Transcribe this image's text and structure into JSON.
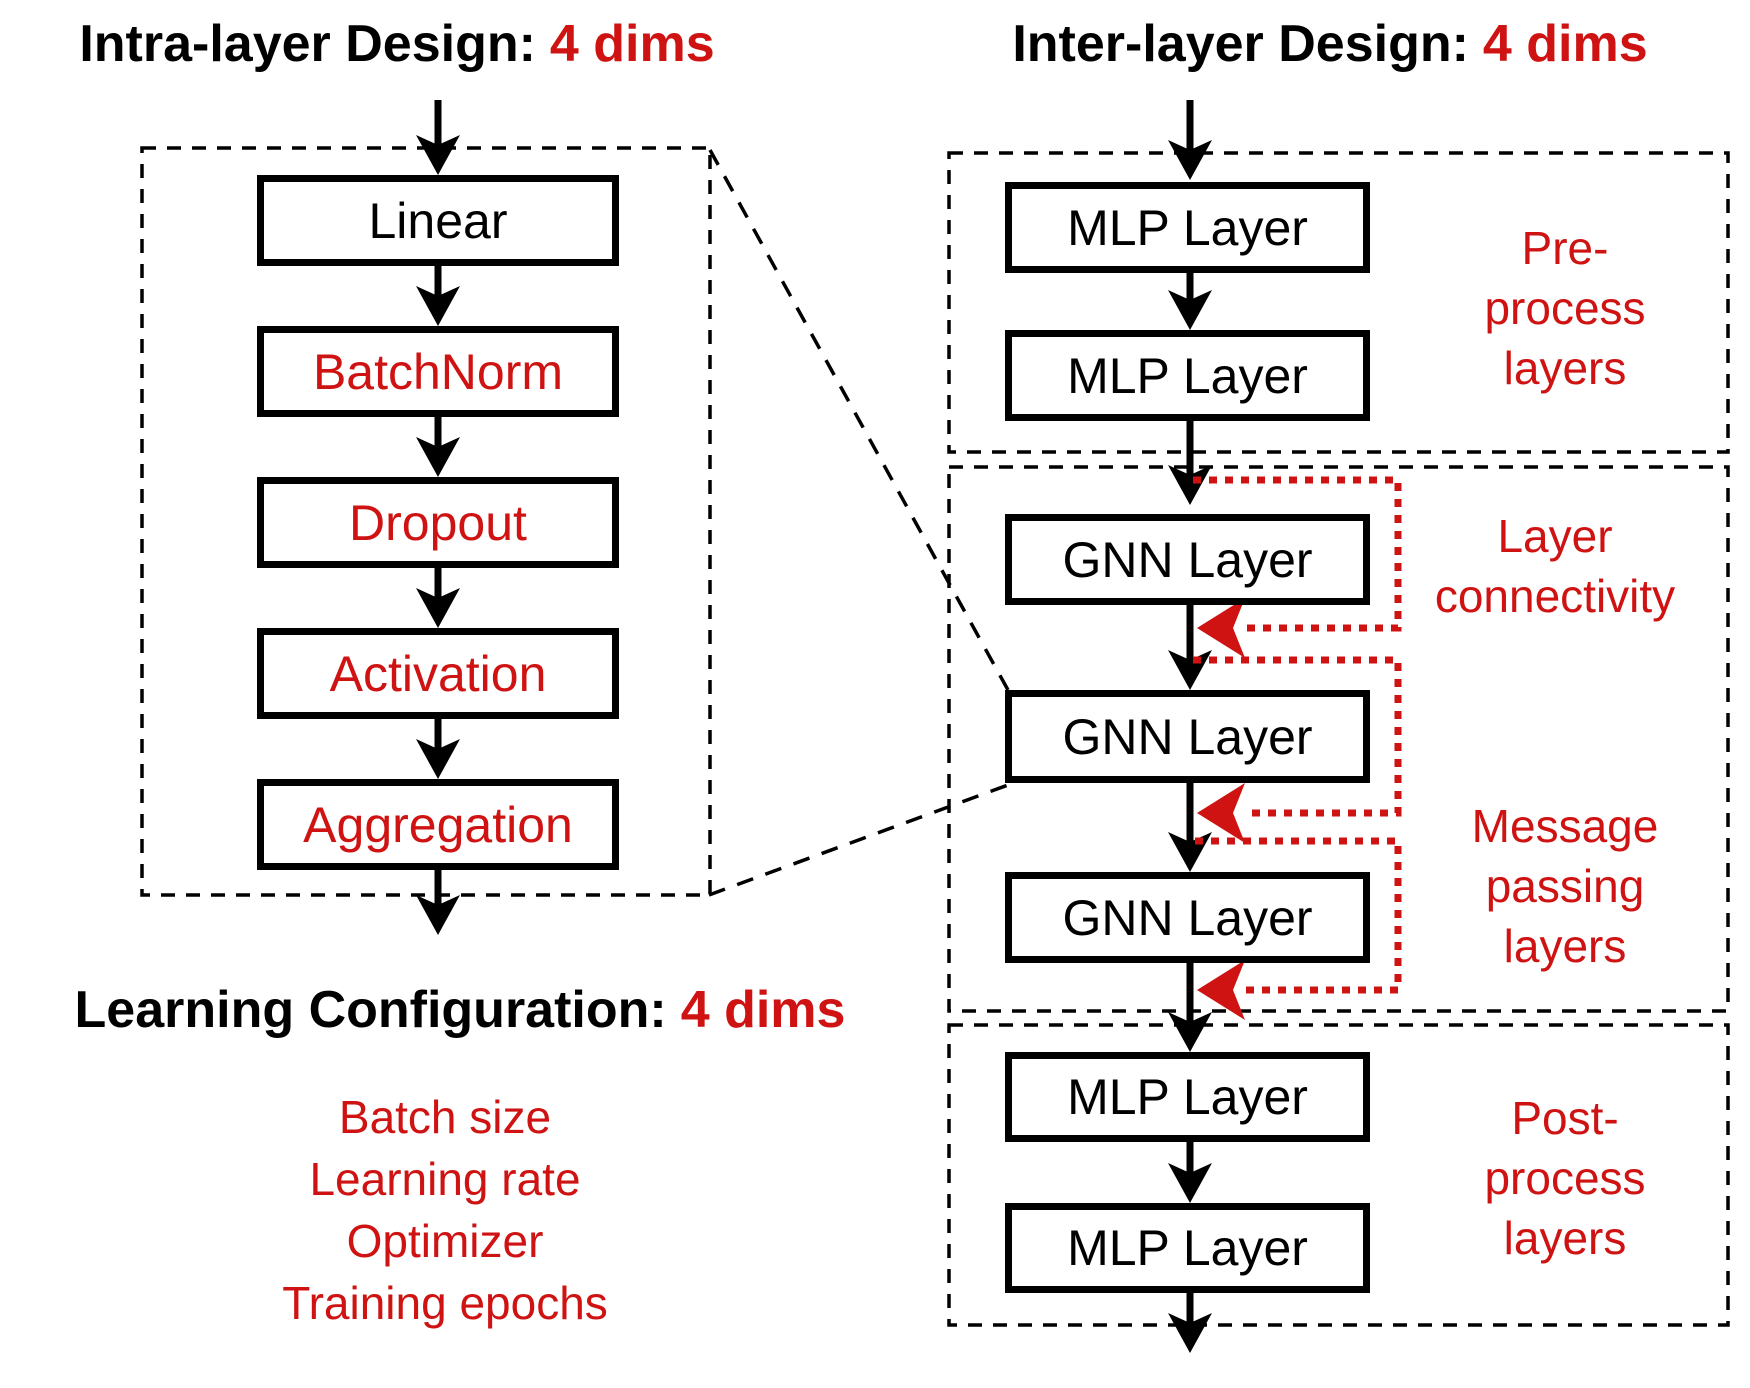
{
  "colors": {
    "red": "#ce1312",
    "black": "#000000"
  },
  "left": {
    "title": {
      "black": "Intra-layer Design:",
      "red": "4 dims"
    },
    "boxes": [
      {
        "label": "Linear",
        "color": "black"
      },
      {
        "label": "BatchNorm",
        "color": "red"
      },
      {
        "label": "Dropout",
        "color": "red"
      },
      {
        "label": "Activation",
        "color": "red"
      },
      {
        "label": "Aggregation",
        "color": "red"
      }
    ],
    "learning": {
      "title": {
        "black": "Learning Configuration:",
        "red": "4 dims"
      },
      "items": [
        "Batch size",
        "Learning rate",
        "Optimizer",
        "Training epochs"
      ]
    }
  },
  "right": {
    "title": {
      "black": "Inter-layer Design:",
      "red": "4 dims"
    },
    "boxes": [
      "MLP Layer",
      "MLP Layer",
      "GNN Layer",
      "GNN Layer",
      "GNN Layer",
      "MLP Layer",
      "MLP Layer"
    ]
  },
  "labels": {
    "pre": [
      "Pre-",
      "process",
      "layers"
    ],
    "connectivity": [
      "Layer",
      "connectivity"
    ],
    "message": [
      "Message",
      "passing",
      "layers"
    ],
    "post": [
      "Post-",
      "process",
      "layers"
    ]
  }
}
